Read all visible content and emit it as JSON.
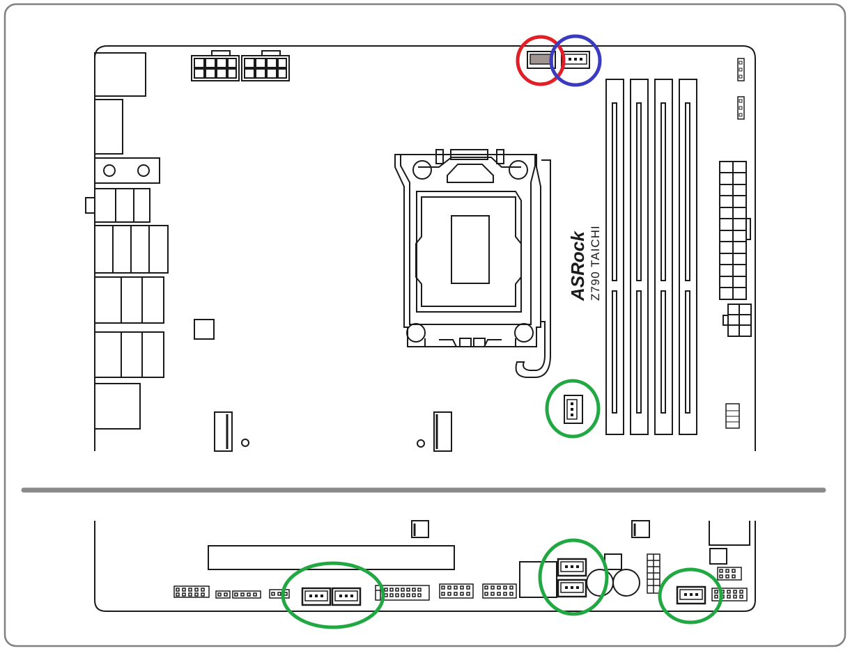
{
  "board": {
    "brand": "ASRock",
    "model": "Z790 TAICHI"
  },
  "colors": {
    "outer_frame": "#808080",
    "board_outline": "#1a1a1a",
    "separator": "#8a8a8a",
    "cpu_fan_marker": "#e21f26",
    "pump_fan_marker": "#3b3bbf",
    "chassis_fan_marker": "#22a843",
    "cpu_fan_header_fill": "#a09590"
  },
  "markers": [
    {
      "name": "cpu-fan-marker",
      "color_key": "cpu_fan_marker"
    },
    {
      "name": "aio-pump-marker",
      "color_key": "pump_fan_marker"
    },
    {
      "name": "chassis-fan-right-of-socket-marker",
      "color_key": "chassis_fan_marker"
    },
    {
      "name": "chassis-fan-bottom-left-marker",
      "color_key": "chassis_fan_marker"
    },
    {
      "name": "chassis-fan-bottom-middle-marker",
      "color_key": "chassis_fan_marker"
    },
    {
      "name": "chassis-fan-bottom-right-marker",
      "color_key": "chassis_fan_marker"
    }
  ]
}
